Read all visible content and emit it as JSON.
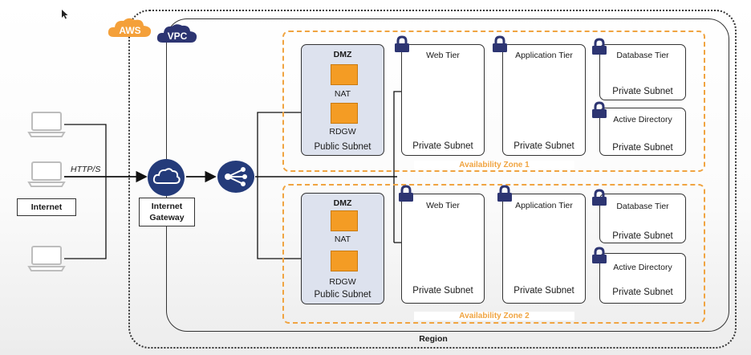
{
  "badges": {
    "aws": "AWS",
    "vpc": "VPC"
  },
  "region_label": "Region",
  "internet_label": "Internet",
  "protocol_label": "HTTP/S",
  "gateway_label_line1": "Internet",
  "gateway_label_line2": "Gateway",
  "zones": [
    {
      "label": "Availability Zone 1",
      "public": {
        "title": "DMZ",
        "nat": "NAT",
        "rdgw": "RDGW",
        "subnet": "Public Subnet"
      },
      "web": {
        "title": "Web Tier",
        "subnet": "Private Subnet"
      },
      "app": {
        "title": "Application Tier",
        "subnet": "Private Subnet"
      },
      "db": {
        "title": "Database Tier",
        "subnet": "Private Subnet"
      },
      "ad": {
        "title": "Active Directory",
        "subnet": "Private Subnet"
      }
    },
    {
      "label": "Availability Zone 2",
      "public": {
        "title": "DMZ",
        "nat": "NAT",
        "rdgw": "RDGW",
        "subnet": "Public Subnet"
      },
      "web": {
        "title": "Web Tier",
        "subnet": "Private Subnet"
      },
      "app": {
        "title": "Application Tier",
        "subnet": "Private Subnet"
      },
      "db": {
        "title": "Database Tier",
        "subnet": "Private Subnet"
      },
      "ad": {
        "title": "Active Directory",
        "subnet": "Private Subnet"
      }
    }
  ],
  "colors": {
    "aws_badge": "#f4a03a",
    "vpc_badge": "#2d3572",
    "az_border": "#f0a441",
    "service_chip": "#f49c24",
    "gateway_icon": "#243b7a",
    "lock_icon": "#2d3572",
    "public_subnet_fill": "#dde2ee"
  },
  "icons": [
    "laptop-icon",
    "cloud-icon",
    "load-balancer-icon",
    "lock-icon",
    "cursor-icon"
  ]
}
